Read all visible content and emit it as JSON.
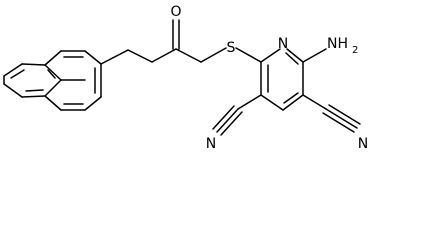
{
  "structure": {
    "atoms": {
      "oxygen": "O",
      "sulfur": "S",
      "ring_nitrogen": "N",
      "amine": {
        "element": "NH",
        "subscript": "2"
      },
      "nitrile_left": "N",
      "nitrile_right": "N"
    }
  }
}
